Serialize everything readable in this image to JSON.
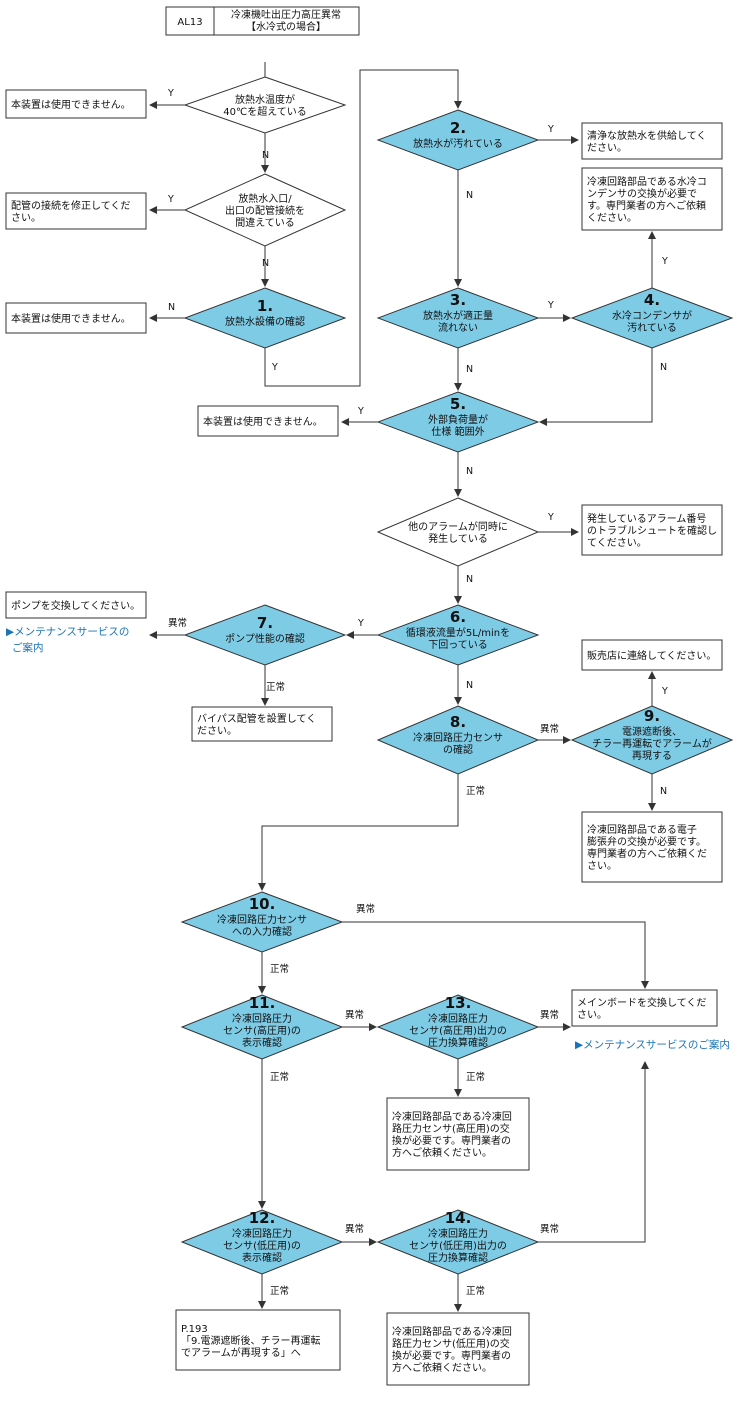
{
  "header": {
    "code": "AL13",
    "title_lines": [
      "冷凍機吐出圧力高圧異常",
      "【水冷式の場合】"
    ]
  },
  "labels": {
    "y": "Y",
    "n": "N",
    "abnormal": "異常",
    "normal": "正常"
  },
  "colors": {
    "diamond": "#7ecbe6",
    "link": "#1a73b8"
  },
  "decisions": {
    "d_temp": {
      "num": "",
      "lines": [
        "放熱水温度が",
        "40℃を超えている"
      ]
    },
    "d_pipe": {
      "num": "",
      "lines": [
        "放熱水入口/",
        "出口の配管接続を",
        "間違えている"
      ]
    },
    "d1": {
      "num": "1.",
      "lines": [
        "放熱水設備の確認"
      ]
    },
    "d2": {
      "num": "2.",
      "lines": [
        "放熱水が汚れている"
      ]
    },
    "d3": {
      "num": "3.",
      "lines": [
        "放熱水が適正量",
        "流れない"
      ]
    },
    "d4": {
      "num": "4.",
      "lines": [
        "水冷コンデンサが",
        "汚れている"
      ]
    },
    "d5": {
      "num": "5.",
      "lines": [
        "外部負荷量が",
        "仕様 範囲外"
      ]
    },
    "d_other": {
      "num": "",
      "lines": [
        "他のアラームが同時に",
        "発生している"
      ]
    },
    "d6": {
      "num": "6.",
      "lines": [
        "循環液流量が5L/minを",
        "下回っている"
      ]
    },
    "d7": {
      "num": "7.",
      "lines": [
        "ポンプ性能の確認"
      ]
    },
    "d8": {
      "num": "8.",
      "lines": [
        "冷凍回路圧力センサ",
        "の確認"
      ]
    },
    "d9": {
      "num": "9.",
      "lines": [
        "電源遮断後、",
        "チラー再運転でアラームが",
        "再現する"
      ]
    },
    "d10": {
      "num": "10.",
      "lines": [
        "冷凍回路圧力センサ",
        "への入力確認"
      ]
    },
    "d11": {
      "num": "11.",
      "lines": [
        "冷凍回路圧力",
        "センサ(高圧用)の",
        "表示確認"
      ]
    },
    "d12": {
      "num": "12.",
      "lines": [
        "冷凍回路圧力",
        "センサ(低圧用)の",
        "表示確認"
      ]
    },
    "d13": {
      "num": "13.",
      "lines": [
        "冷凍回路圧力",
        "センサ(高圧用)出力の",
        "圧力換算確認"
      ]
    },
    "d14": {
      "num": "14.",
      "lines": [
        "冷凍回路圧力",
        "センサ(低圧用)出力の",
        "圧力換算確認"
      ]
    }
  },
  "boxes": {
    "b_unusable1": {
      "lines": [
        "本装置は使用できません。"
      ]
    },
    "b_fixpipe": {
      "lines": [
        "配管の接続を修正してくだ",
        "さい。"
      ]
    },
    "b_unusable2": {
      "lines": [
        "本装置は使用できません。"
      ]
    },
    "b_clean": {
      "lines": [
        "清浄な放熱水を供給してく",
        "ださい。"
      ]
    },
    "b_condenser": {
      "lines": [
        "冷凍回路部品である水冷コ",
        "ンデンサの交換が必要で",
        "す。専門業者の方へご依頼",
        "ください。"
      ]
    },
    "b_unusable3": {
      "lines": [
        "本装置は使用できません。"
      ]
    },
    "b_alarm": {
      "lines": [
        "発生しているアラーム番号",
        "のトラブルシュートを確認し",
        "てください。"
      ]
    },
    "b_pump": {
      "lines": [
        "ポンプを交換してください。"
      ]
    },
    "b_bypass": {
      "lines": [
        "バイパス配管を設置してく",
        "ださい。"
      ]
    },
    "b_dealer": {
      "lines": [
        "販売店に連絡してください。"
      ]
    },
    "b_valve": {
      "lines": [
        "冷凍回路部品である電子",
        "膨張弁の交換が必要です。",
        "専門業者の方へご依頼くだ",
        "さい。"
      ]
    },
    "b_mainboard": {
      "lines": [
        "メインボードを交換してくだ",
        "さい。"
      ]
    },
    "b_sensor_hi": {
      "lines": [
        "冷凍回路部品である冷凍回",
        "路圧力センサ(高圧用)の交",
        "換が必要です。専門業者の",
        "方へご依頼ください。"
      ]
    },
    "b_page": {
      "lines": [
        "P.193",
        "「9.電源遮断後、チラー再運転",
        "でアラームが再現する」へ"
      ]
    },
    "b_sensor_lo": {
      "lines": [
        "冷凍回路部品である冷凍回",
        "路圧力センサ(低圧用)の交",
        "換が必要です。専門業者の",
        "方へご依頼ください。"
      ]
    }
  },
  "links": {
    "maintenance_1": [
      "▶メンテナンスサービスの",
      "ご案内"
    ],
    "maintenance_2": "▶メンテナンスサービスのご案内"
  }
}
